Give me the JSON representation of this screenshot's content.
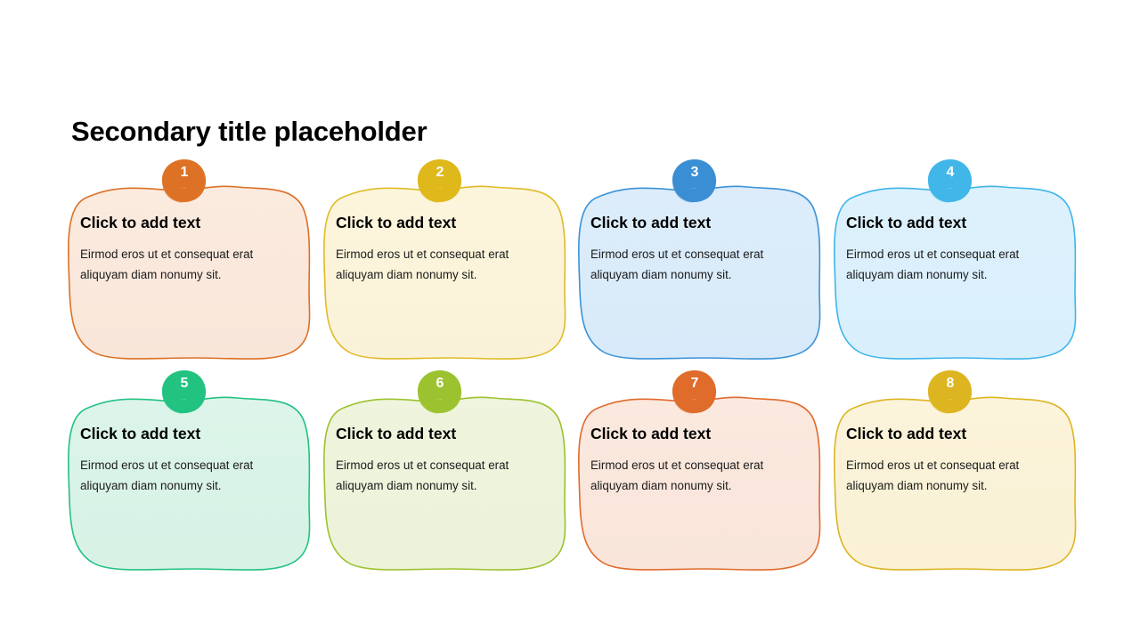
{
  "slide": {
    "title": "Secondary title placeholder",
    "background_color": "#ffffff"
  },
  "cards": [
    {
      "number": "1",
      "heading": "Click to add text",
      "body": "Eirmod eros ut et consequat erat aliquyam diam nonumy sit.",
      "dots": "..",
      "accent_color": "#db7026",
      "badge_color": "#dd7226",
      "fill_start": "#fbeade",
      "fill_end": "#f8e6d9"
    },
    {
      "number": "2",
      "heading": "Click to add text",
      "body": "Eirmod eros ut et consequat erat aliquyam diam nonumy sit.",
      "dots": "..",
      "accent_color": "#e0bb27",
      "badge_color": "#dfb81b",
      "fill_start": "#fcf5dc",
      "fill_end": "#faf2d8"
    },
    {
      "number": "3",
      "heading": "Click to add text",
      "body": "Eirmod eros ut et consequat erat aliquyam diam nonumy sit.",
      "dots": "..",
      "accent_color": "#3b92d6",
      "badge_color": "#3a8fd4",
      "fill_start": "#dcecfa",
      "fill_end": "#d8eaf9"
    },
    {
      "number": "4",
      "heading": "Click to add text",
      "body": "Eirmod eros ut et consequat erat aliquyam diam nonumy sit.",
      "dots": "..",
      "accent_color": "#3fb5ea",
      "badge_color": "#41b6e9",
      "fill_start": "#ddf1fc",
      "fill_end": "#d9effc"
    },
    {
      "number": "5",
      "heading": "Click to add text",
      "body": "Eirmod eros ut et consequat erat aliquyam diam nonumy sit.",
      "dots": "..",
      "accent_color": "#22c282",
      "badge_color": "#22c281",
      "fill_start": "#dcf4e9",
      "fill_end": "#d8f2e6"
    },
    {
      "number": "6",
      "heading": "Click to add text",
      "body": "Eirmod eros ut et consequat erat aliquyam diam nonumy sit.",
      "dots": "..",
      "accent_color": "#9cc22f",
      "badge_color": "#9cc22f",
      "fill_start": "#eef4dd",
      "fill_end": "#ecf3d9"
    },
    {
      "number": "7",
      "heading": "Click to add text",
      "body": "Eirmod eros ut et consequat erat aliquyam diam nonumy sit.",
      "dots": "..",
      "accent_color": "#e06a2c",
      "badge_color": "#df6c2a",
      "fill_start": "#fbe8de",
      "fill_end": "#f9e5da"
    },
    {
      "number": "8",
      "heading": "Click to add text",
      "body": "Eirmod eros ut et consequat erat aliquyam diam nonumy sit.",
      "dots": "..",
      "accent_color": "#dcb522",
      "badge_color": "#dcb520",
      "fill_start": "#fbf3da",
      "fill_end": "#faf1d5"
    }
  ]
}
